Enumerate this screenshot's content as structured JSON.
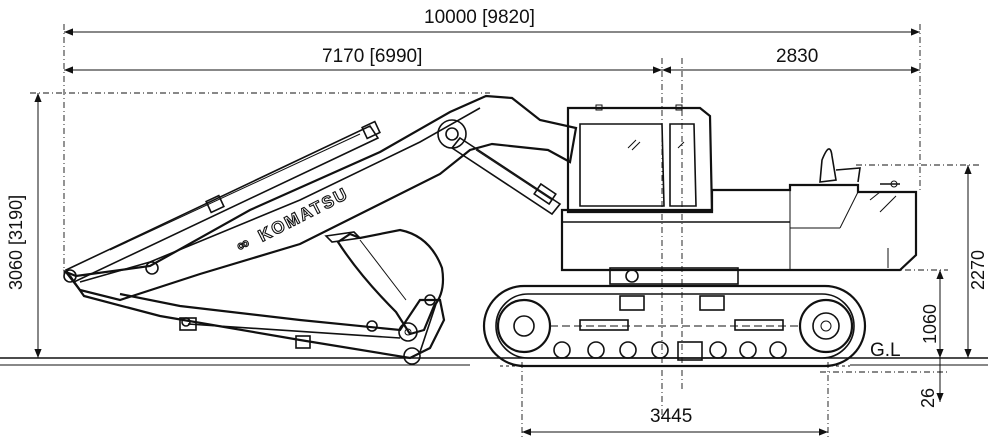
{
  "dimensions": {
    "overall_length": "10000 [9820]",
    "front_length": "7170 [6990]",
    "tail_length": "2830",
    "overall_height": "3060 [3190]",
    "cab_height": "2270",
    "ground_clearance": "1060",
    "track_length": "3445",
    "grouser_height": "26"
  },
  "labels": {
    "brand": "KOMATSU",
    "ground_line": "G.L"
  },
  "colors": {
    "line": "#111111",
    "background": "#ffffff"
  }
}
